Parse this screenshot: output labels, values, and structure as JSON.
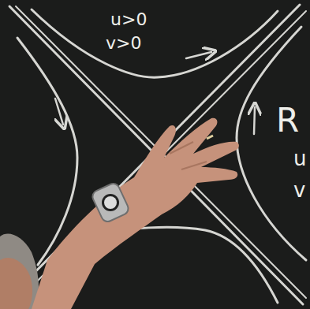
{
  "diagram": {
    "labels": [
      "u>0",
      "v>0",
      "R",
      "u",
      "v"
    ]
  }
}
